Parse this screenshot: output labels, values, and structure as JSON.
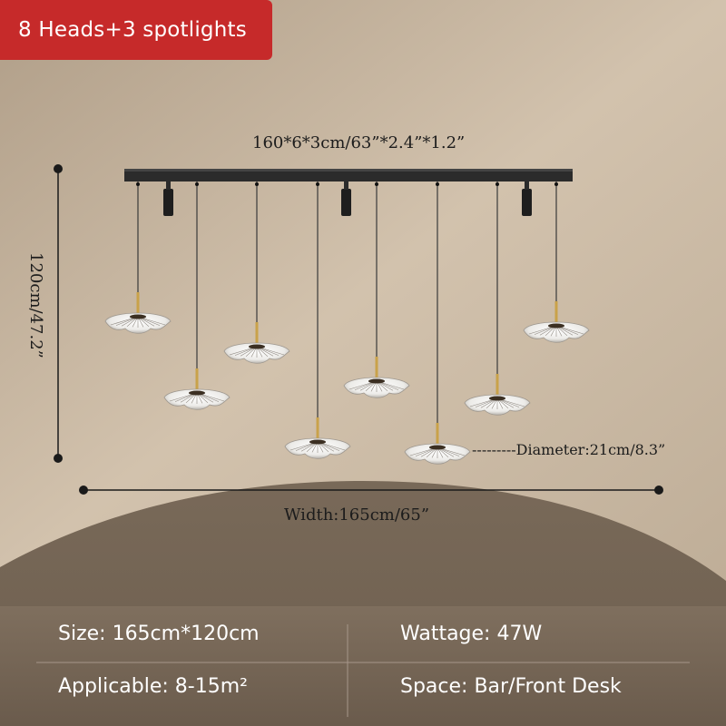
{
  "badge": {
    "label": "8 Heads+3 spotlights"
  },
  "dimensions": {
    "bar": "160*6*3cm/63”*2.4”*1.2”",
    "height": "120cm/47.2”",
    "width": "Width:165cm/65”",
    "diameter": "---------Diameter:21cm/8.3”"
  },
  "specs": {
    "size": "Size: 165cm*120cm",
    "wattage": "Wattage: 47W",
    "applicable": "Applicable: 8-15m²",
    "space": "Space: Bar/Front Desk"
  },
  "product": {
    "pendant_count": 8,
    "spotlight_count": 3
  },
  "colors": {
    "badge": "#c62a2a",
    "canopy": "#2a2a2a",
    "background_light": "#c9b7a1",
    "background_dark": "#7a6a58"
  }
}
